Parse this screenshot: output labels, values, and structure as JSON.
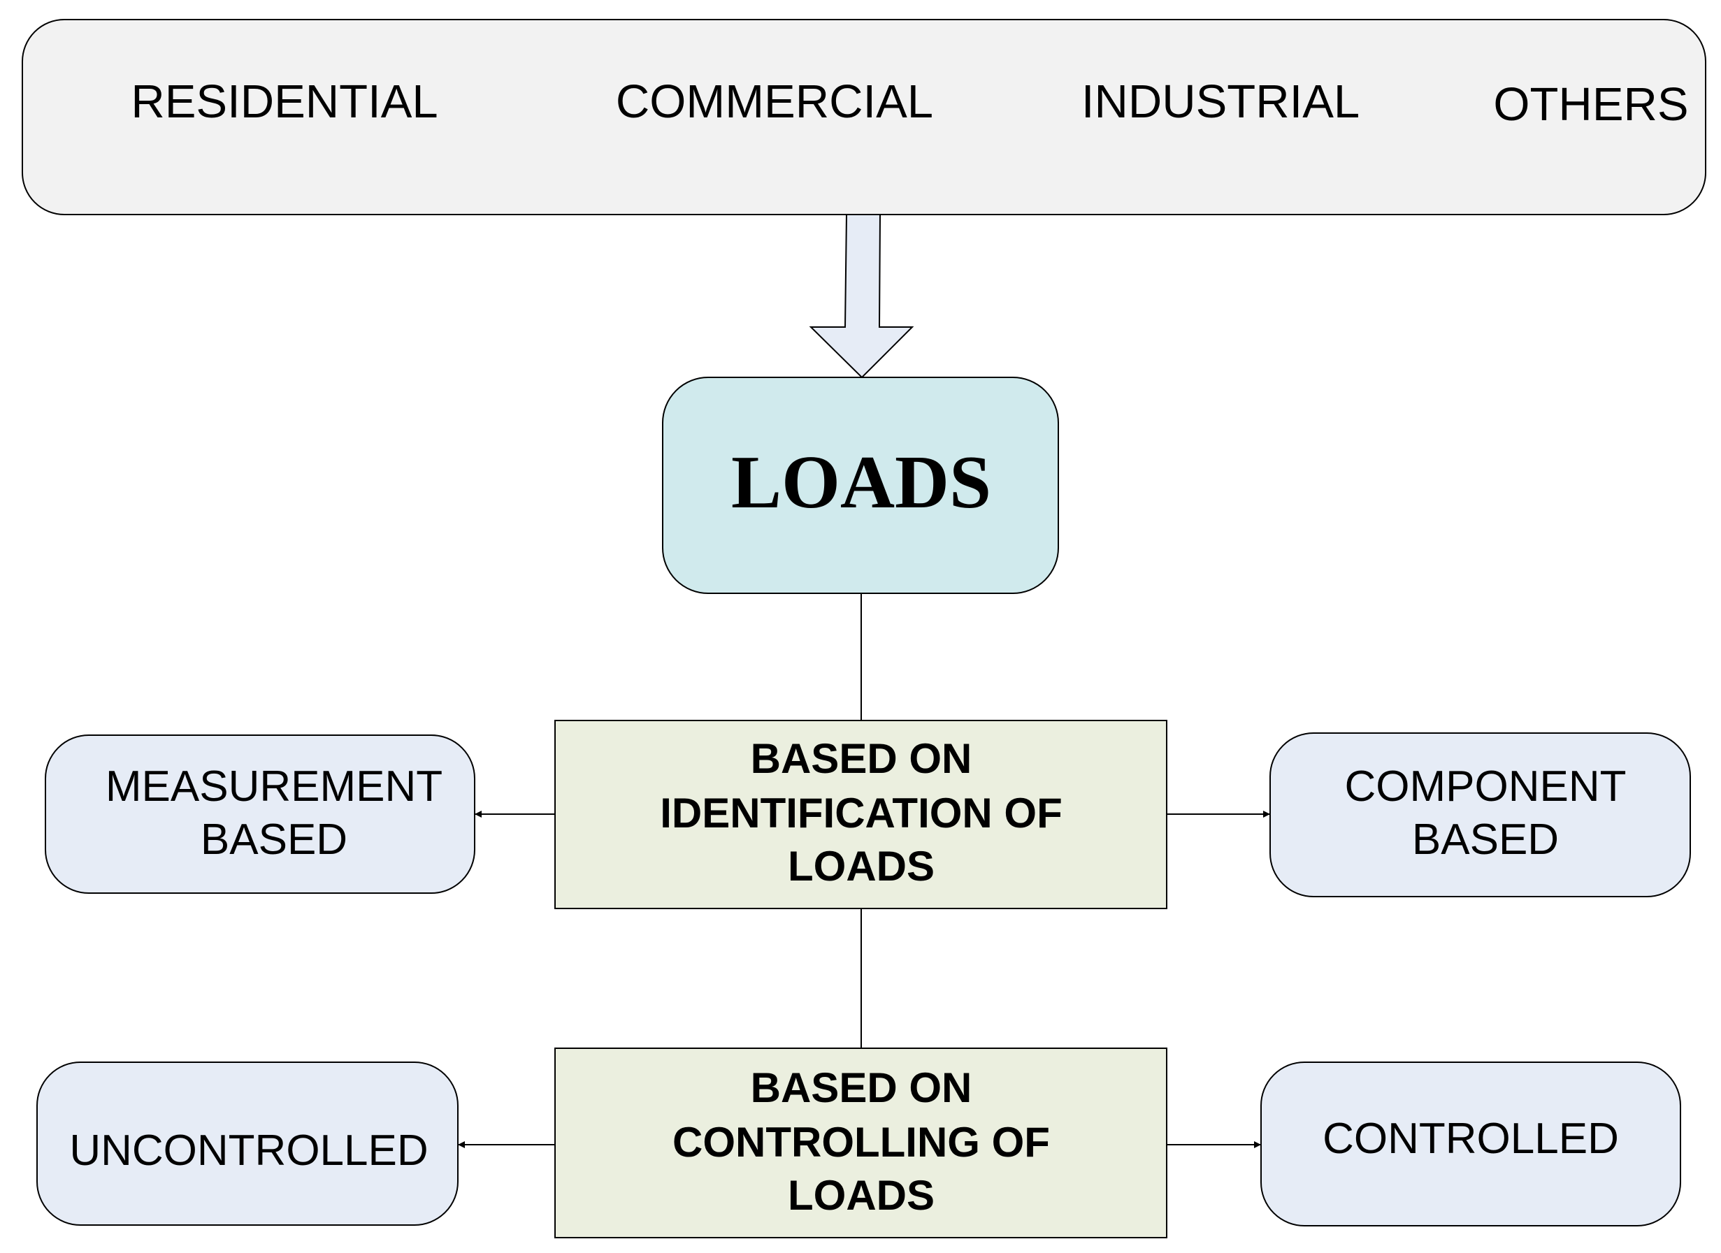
{
  "sectors": {
    "residential": "RESIDENTIAL",
    "commercial": "COMMERCIAL",
    "industrial": "INDUSTRIAL",
    "others": "OTHERS"
  },
  "root": {
    "label": "LOADS"
  },
  "identification": {
    "lines": [
      "BASED ON",
      "IDENTIFICATION OF",
      "LOADS"
    ],
    "left": [
      "MEASUREMENT",
      "BASED"
    ],
    "right": [
      "COMPONENT",
      "BASED"
    ]
  },
  "controlling": {
    "lines": [
      "BASED ON",
      "CONTROLLING OF",
      "LOADS"
    ],
    "left": "UNCONTROLLED",
    "right": "CONTROLLED"
  },
  "colors": {
    "sector_bar_fill": "#f2f2f2",
    "root_fill": "#d0eaed",
    "basis_fill": "#ebefdf",
    "leaf_fill": "#e6ecf6",
    "arrow_fill": "#e6ecf6",
    "stroke": "#000000"
  }
}
